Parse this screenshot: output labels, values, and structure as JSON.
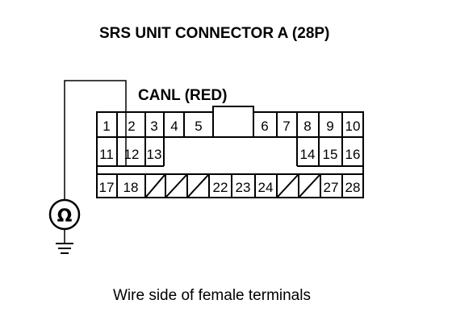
{
  "title": "SRS UNIT CONNECTOR A (28P)",
  "wire_label": "CANL (RED)",
  "caption": "Wire side of female terminals",
  "meter_symbol": "Ω",
  "connector": {
    "row1": [
      "1",
      "2",
      "3",
      "4",
      "5",
      "6",
      "7",
      "8",
      "9",
      "10"
    ],
    "row2": [
      "11",
      "12",
      "13",
      "14",
      "15",
      "16"
    ],
    "row3": [
      "17",
      "18",
      "22",
      "23",
      "24",
      "27",
      "28"
    ]
  }
}
